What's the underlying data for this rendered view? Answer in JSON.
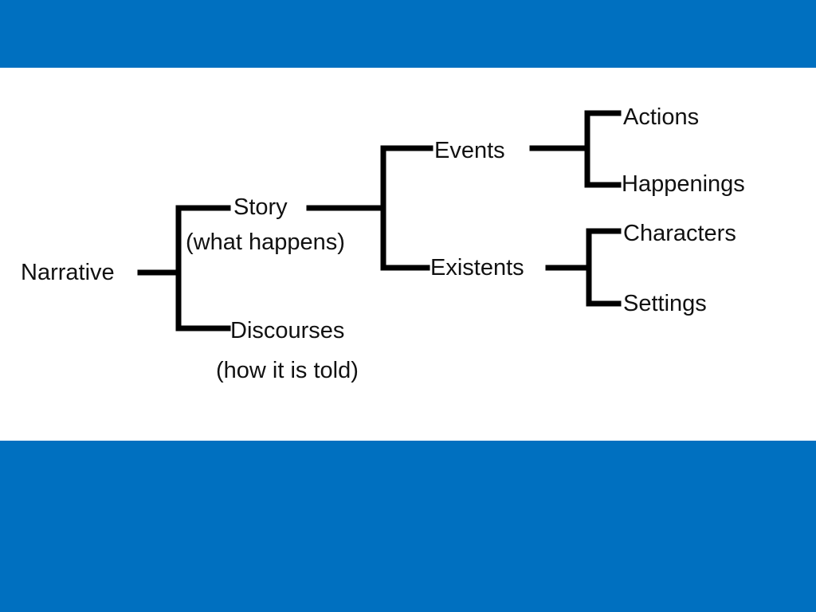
{
  "tree": {
    "root": {
      "label": "Narrative"
    },
    "story": {
      "label": "Story",
      "sublabel": "(what happens)"
    },
    "discourses": {
      "label": "Discourses",
      "sublabel": "(how it is told)"
    },
    "events": {
      "label": "Events"
    },
    "existents": {
      "label": "Existents"
    },
    "actions": {
      "label": "Actions"
    },
    "happenings": {
      "label": "Happenings"
    },
    "characters": {
      "label": "Characters"
    },
    "settings": {
      "label": "Settings"
    }
  },
  "colors": {
    "band": "#0070c0",
    "panel": "#ffffff",
    "line": "#000000",
    "text": "#111111"
  }
}
